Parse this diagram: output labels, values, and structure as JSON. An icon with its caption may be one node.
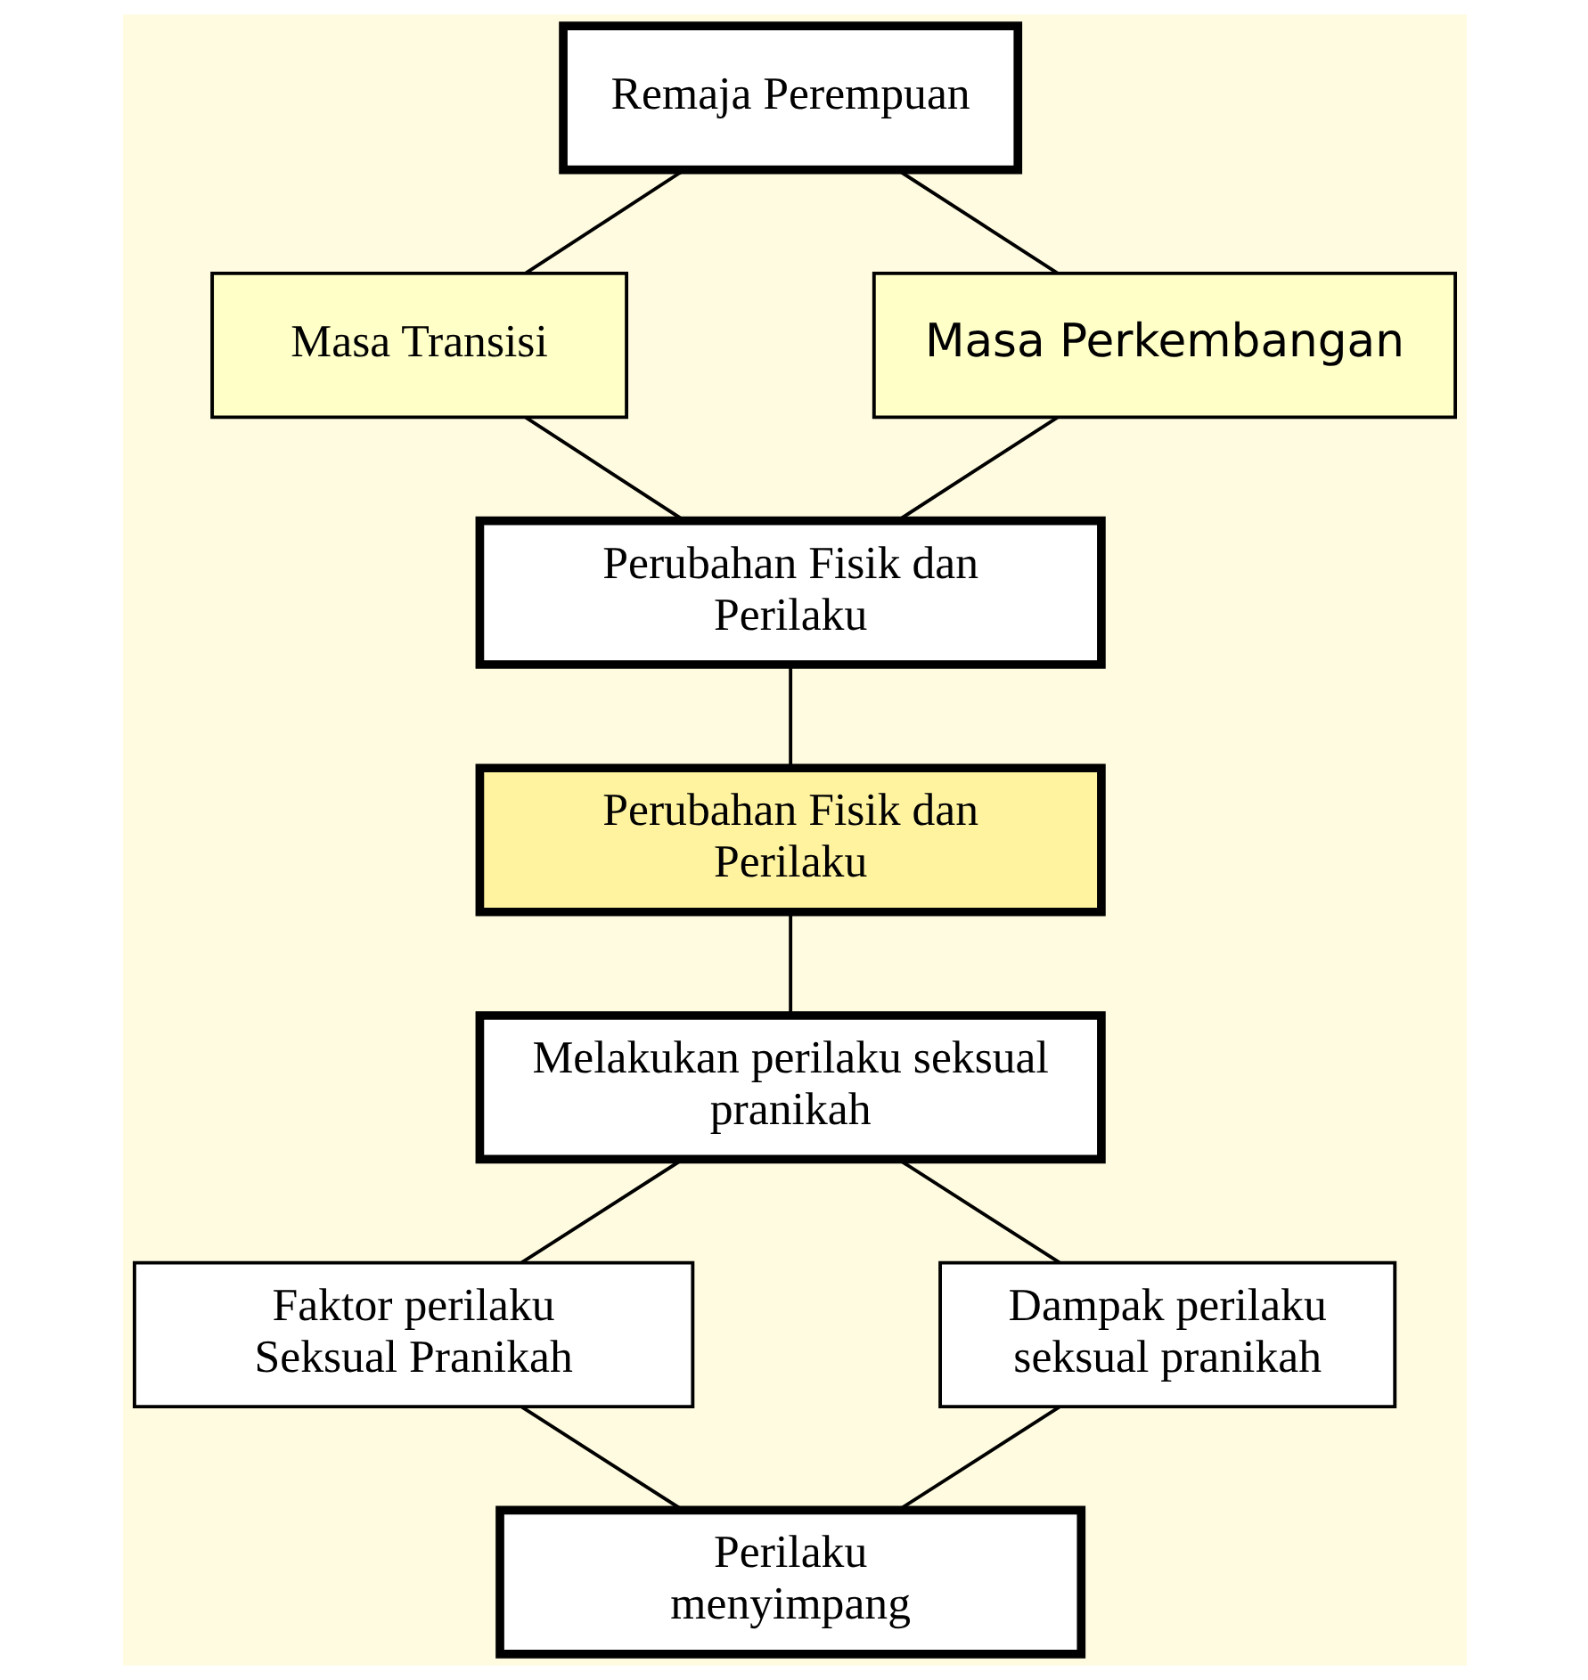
{
  "diagram": {
    "nodes": [
      {
        "text": [
          "Remaja Perempuan"
        ]
      },
      {
        "text": [
          "Masa Transisi"
        ]
      },
      {
        "text": [
          "Masa Perkembangan"
        ]
      },
      {
        "text": [
          "Perubahan Fisik dan Perilaku"
        ]
      },
      {
        "text": [
          "Perubahan Fisik dan Perilaku"
        ]
      },
      {
        "text": [
          "Melakukan perilaku seksual pranikah"
        ]
      },
      {
        "text": [
          "Faktor perilaku Seksual Pranikah"
        ]
      },
      {
        "text": [
          "Dampak perilaku seksual pranikah"
        ]
      },
      {
        "text": [
          "Perilaku menyimpang"
        ]
      }
    ],
    "edges": [
      {
        "from": 0,
        "to": 1,
        "arrow": "none"
      },
      {
        "from": 0,
        "to": 2,
        "arrow": "none"
      },
      {
        "from": 1,
        "to": 3,
        "arrow": "none"
      },
      {
        "from": 2,
        "to": 3,
        "arrow": "none"
      },
      {
        "from": 3,
        "to": 4,
        "arrow": "none"
      },
      {
        "from": 4,
        "to": 5,
        "arrow": "none"
      },
      {
        "from": 5,
        "to": 6,
        "arrow": "none"
      },
      {
        "from": 5,
        "to": 7,
        "arrow": "none"
      },
      {
        "from": 6,
        "to": 8,
        "arrow": "none"
      },
      {
        "from": 7,
        "to": 8,
        "arrow": "none"
      }
    ]
  }
}
